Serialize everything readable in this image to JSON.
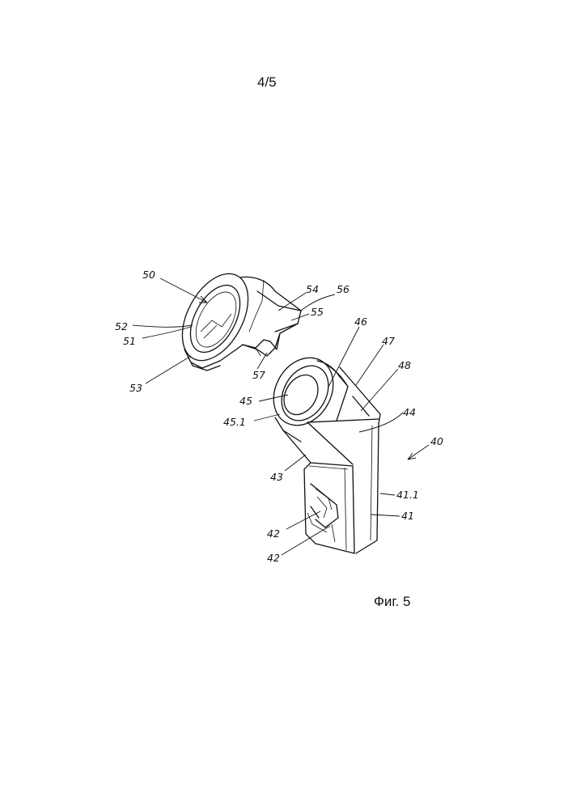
{
  "page_number": "4/5",
  "caption": "Фиг. 5",
  "labels": {
    "l50": "50",
    "l52": "52",
    "l51": "51",
    "l53": "53",
    "l54": "54",
    "l56": "56",
    "l55": "55",
    "l57": "57",
    "l46": "46",
    "l47": "47",
    "l48": "48",
    "l45": "45",
    "l45_1": "45.1",
    "l44": "44",
    "l40": "40",
    "l43": "43",
    "l41_1": "41.1",
    "l41": "41",
    "l42a": "42",
    "l42b": "42"
  }
}
